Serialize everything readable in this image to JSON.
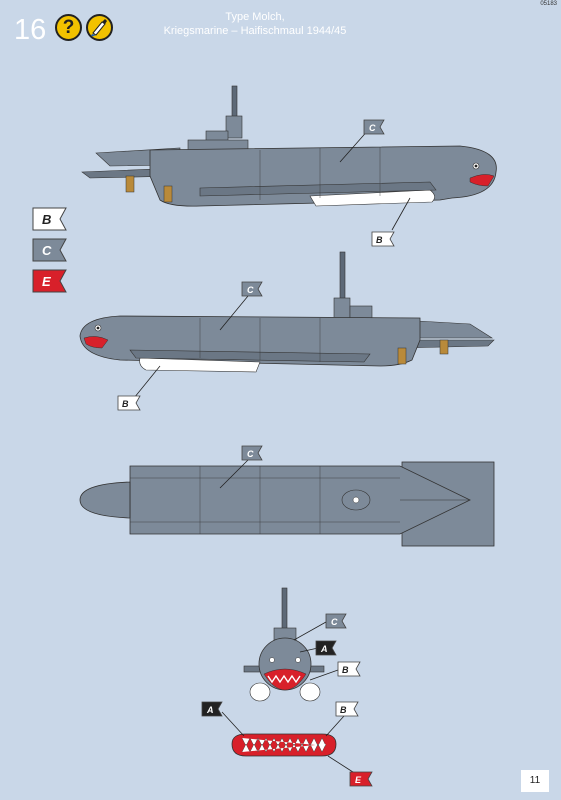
{
  "doc_code": "05183",
  "step_number": "16",
  "icons": {
    "question": "question-mark-icon",
    "paint": "paintbrush-icon"
  },
  "title": {
    "line1": "Type Molch,",
    "line2": "Kriegsmarine – Haifischmaul 1944/45"
  },
  "legend": [
    {
      "letter": "B",
      "color": "#ffffff",
      "text_color": "#222222"
    },
    {
      "letter": "C",
      "color": "#7d8a99",
      "text_color": "#ffffff"
    },
    {
      "letter": "E",
      "color": "#d8202a",
      "text_color": "#ffffff"
    }
  ],
  "callouts": {
    "side_right_c": "C",
    "side_right_b": "B",
    "side_left_c": "C",
    "side_left_b": "B",
    "top_c": "C",
    "front_c": "C",
    "front_a": "A",
    "front_b": "B",
    "mouth_a": "A",
    "mouth_b": "B",
    "mouth_e": "E"
  },
  "colors": {
    "hull": "#7d8a99",
    "hull_dark": "#5d6977",
    "belly": "#ffffff",
    "mouth": "#d8202a",
    "background": "#c9d7e8"
  },
  "page_number": "11"
}
